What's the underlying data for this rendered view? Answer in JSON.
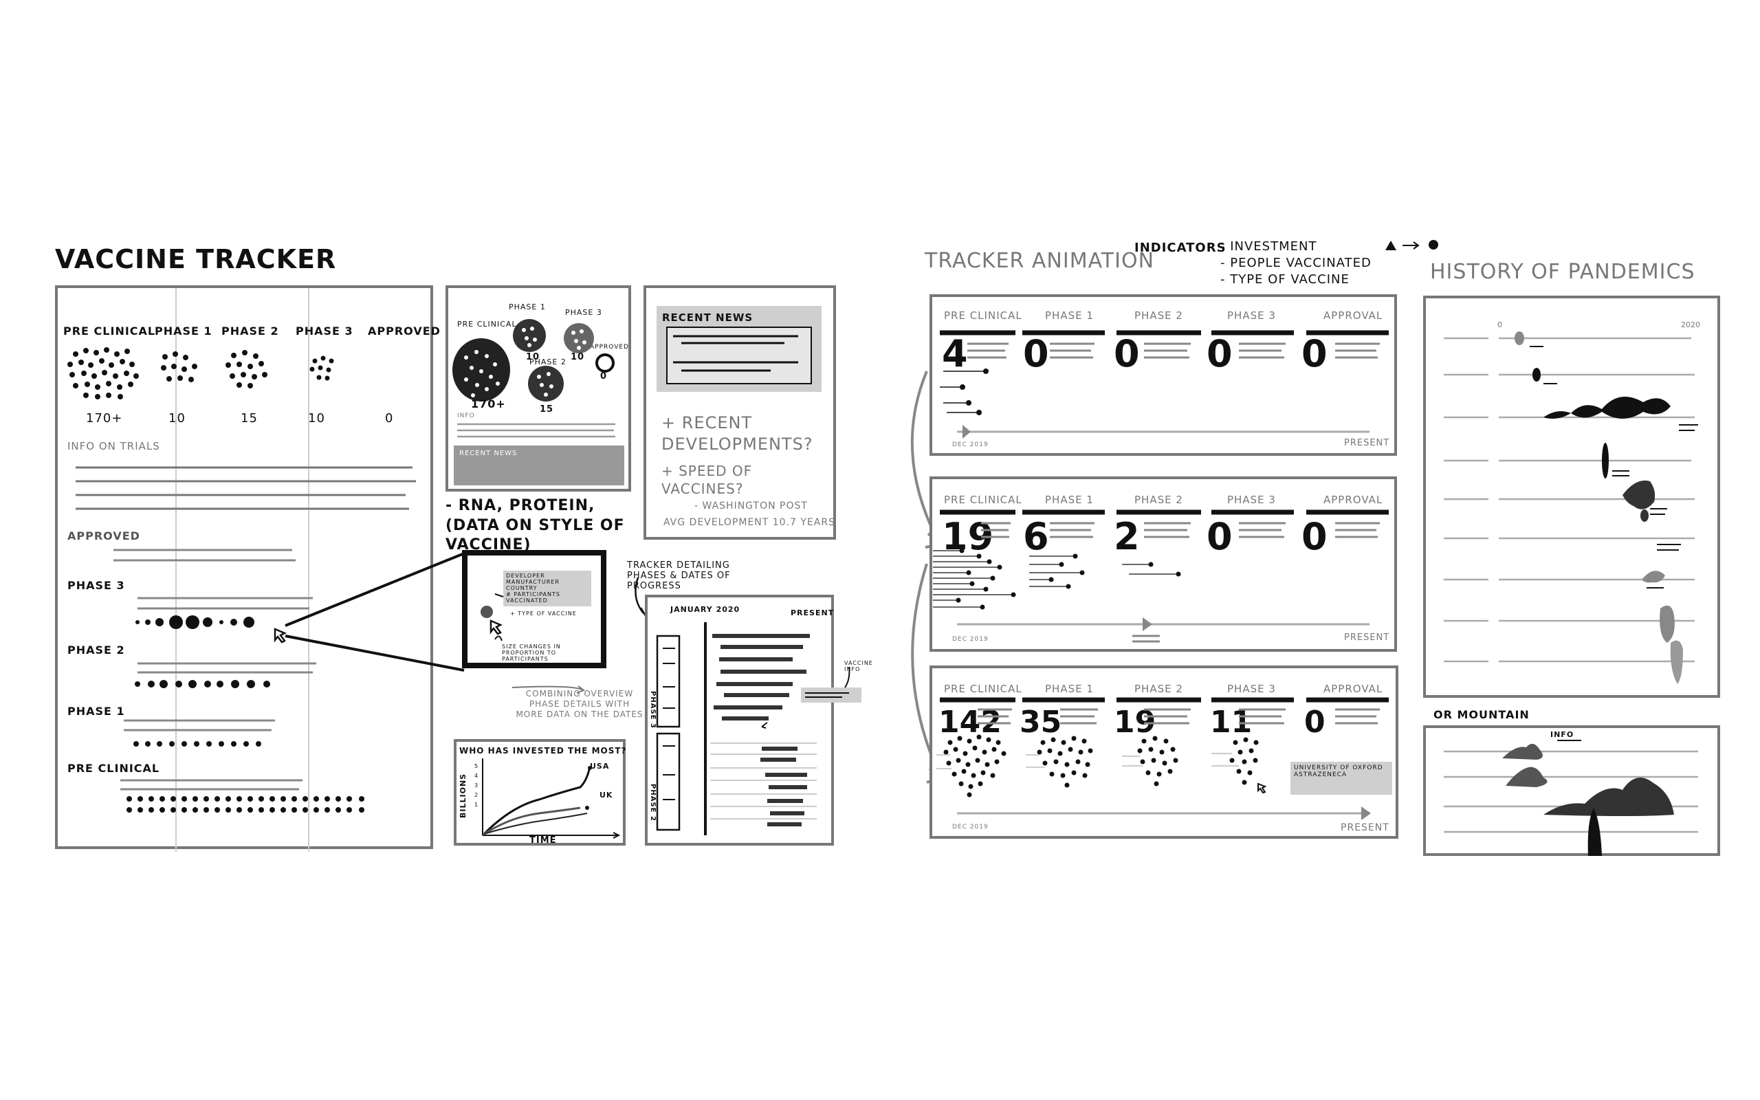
{
  "left": {
    "title": "Vaccine Tracker",
    "main_sheet": {
      "stages": [
        "Pre Clinical",
        "Phase 1",
        "Phase 2",
        "Phase 3",
        "Approved"
      ],
      "counts": [
        "170+",
        "10",
        "15",
        "10",
        "0"
      ],
      "info_label": "Info on Trials",
      "list_labels": [
        "Approved",
        "Phase 3",
        "Phase 2",
        "Phase 1",
        "Pre Clinical"
      ]
    },
    "bubble_sheet": {
      "labels": [
        "Pre Clinical",
        "Phase 1",
        "Phase 3",
        "Approved",
        "Phase 2"
      ],
      "counts": [
        "170+",
        "10",
        "10",
        "0",
        "15"
      ],
      "info": "Info",
      "news_bar": "Recent News"
    },
    "news_sheet": {
      "header": "Recent News",
      "note1": "+ Recent Developments?",
      "note2": "+ Speed of Vaccines?",
      "note3": "- Washington Post",
      "note4": "Avg Development 10.7 years"
    },
    "annotation_type": "- RNA, Protein, (Data on style of Vaccine)",
    "zoom_box": {
      "info_lines": [
        "Developer",
        "Manufacturer",
        "Country",
        "# Participants Vaccinated"
      ],
      "type_note": "+ Type of Vaccine",
      "size_note": "Size changes in Proportion to Participants"
    },
    "tracker_note": "Tracker detailing phases & dates of progress",
    "timeline_sheet": {
      "start": "January 2020",
      "end": "Present",
      "phase3": "Phase 3",
      "phase2": "Phase 2",
      "vaccine_info": "Vaccine Info"
    },
    "combining_note": "Combining overview phase details with more data on the dates",
    "invest_chart": {
      "title": "Who has invested the most?",
      "ylabel": "Billions",
      "xlabel": "Time",
      "y_ticks": [
        "5",
        "4",
        "3",
        "2",
        "1"
      ],
      "series_labels": [
        "USA",
        "UK"
      ]
    }
  },
  "right": {
    "title": "Tracker Animation",
    "indicators_label": "Indicators",
    "indicators": [
      "- Investment",
      "- People vaccinated",
      "- Type of Vaccine"
    ],
    "history_title": "History of Pandemics",
    "panels": [
      {
        "stages": [
          "Pre Clinical",
          "Phase 1",
          "Phase 2",
          "Phase 3",
          "Approval"
        ],
        "numbers": [
          "4",
          "0",
          "0",
          "0",
          "0"
        ],
        "start": "Dec 2019",
        "end": "Present"
      },
      {
        "stages": [
          "Pre Clinical",
          "Phase 1",
          "Phase 2",
          "Phase 3",
          "Approval"
        ],
        "numbers": [
          "19",
          "6",
          "2",
          "0",
          "0"
        ],
        "start": "Dec 2019",
        "end": "Present"
      },
      {
        "stages": [
          "Pre Clinical",
          "Phase 1",
          "Phase 2",
          "Phase 3",
          "Approval"
        ],
        "numbers": [
          "142",
          "35",
          "19",
          "11",
          "0"
        ],
        "start": "Dec 2019",
        "end": "Present",
        "callout": "University of Oxford AstraZeneca"
      }
    ],
    "history_axis": [
      "0",
      "2020"
    ],
    "mountain_label": "or Mountain",
    "mountain_info": "Info"
  },
  "colors": {
    "ink": "#111111",
    "grey": "#777777",
    "light": "#cfcfcf"
  }
}
